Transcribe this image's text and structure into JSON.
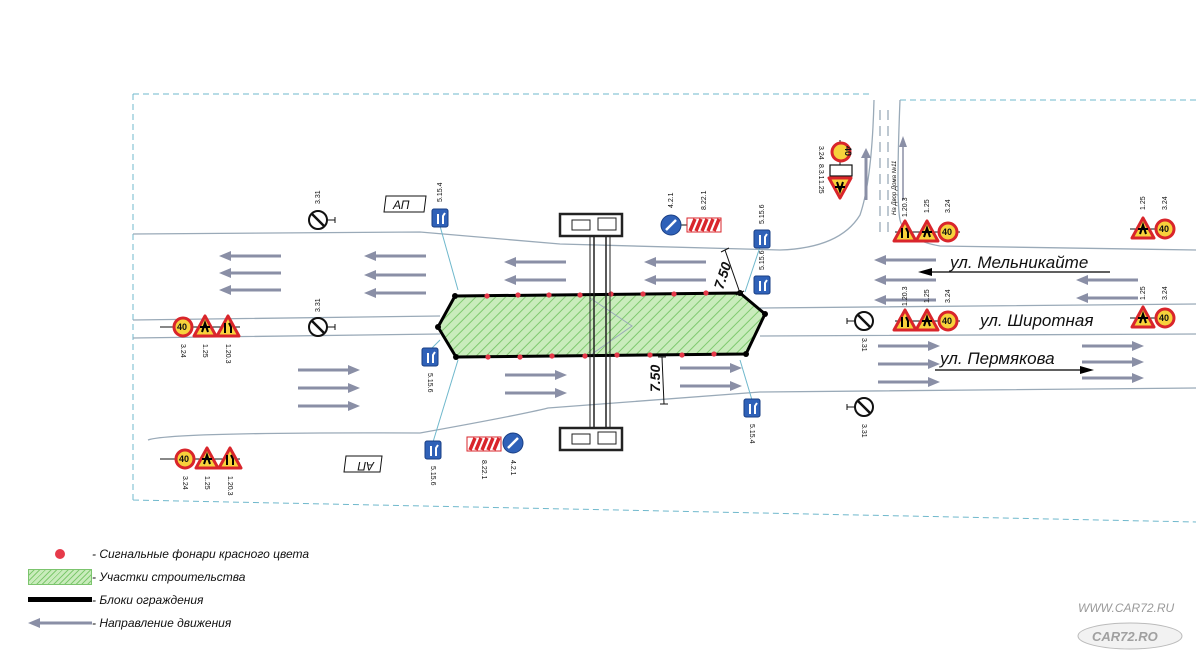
{
  "streets": {
    "melnikaite": "ул. Мельникайте",
    "shirotnaya": "ул. Широтная",
    "permyakova": "ул. Пермякова"
  },
  "bus_stop_label": "АП",
  "side_road_label": "На Двор Дома №11",
  "dimensions": [
    "7.50",
    "7.50"
  ],
  "sign_codes": {
    "no_stopping": "3.31",
    "speed_limit": "3.24",
    "road_works": "1.25",
    "lane_narrowing": "1.20.3",
    "exit_pocket": "5.15.4",
    "lane_direction": "5.15.6",
    "detour_right": "4.2.1",
    "direction_panel": "8.22.1",
    "distance_plate": "8.3.1"
  },
  "speed_value": "40",
  "legend": {
    "lamps": "- Сигнальные фонари красного цвета",
    "construction": "- Участки строительства",
    "barriers": "- Блоки ограждения",
    "direction": "- Направление движения"
  },
  "watermarks": {
    "url": "WWW.CAR72.RU",
    "logo": "CAR72.RO"
  },
  "colors": {
    "road_edge": "#9aaab8",
    "dashed_border": "#6fb8cc",
    "construction_fill": "#c9ecbc",
    "construction_hatch": "#7fc96f",
    "signal_lamp": "#e63a4a",
    "barrier": "#000000",
    "arrow": "#8a8fa6",
    "sign_red": "#d9252b",
    "sign_yellow": "#f7d23c",
    "sign_blue": "#2f61b8"
  }
}
